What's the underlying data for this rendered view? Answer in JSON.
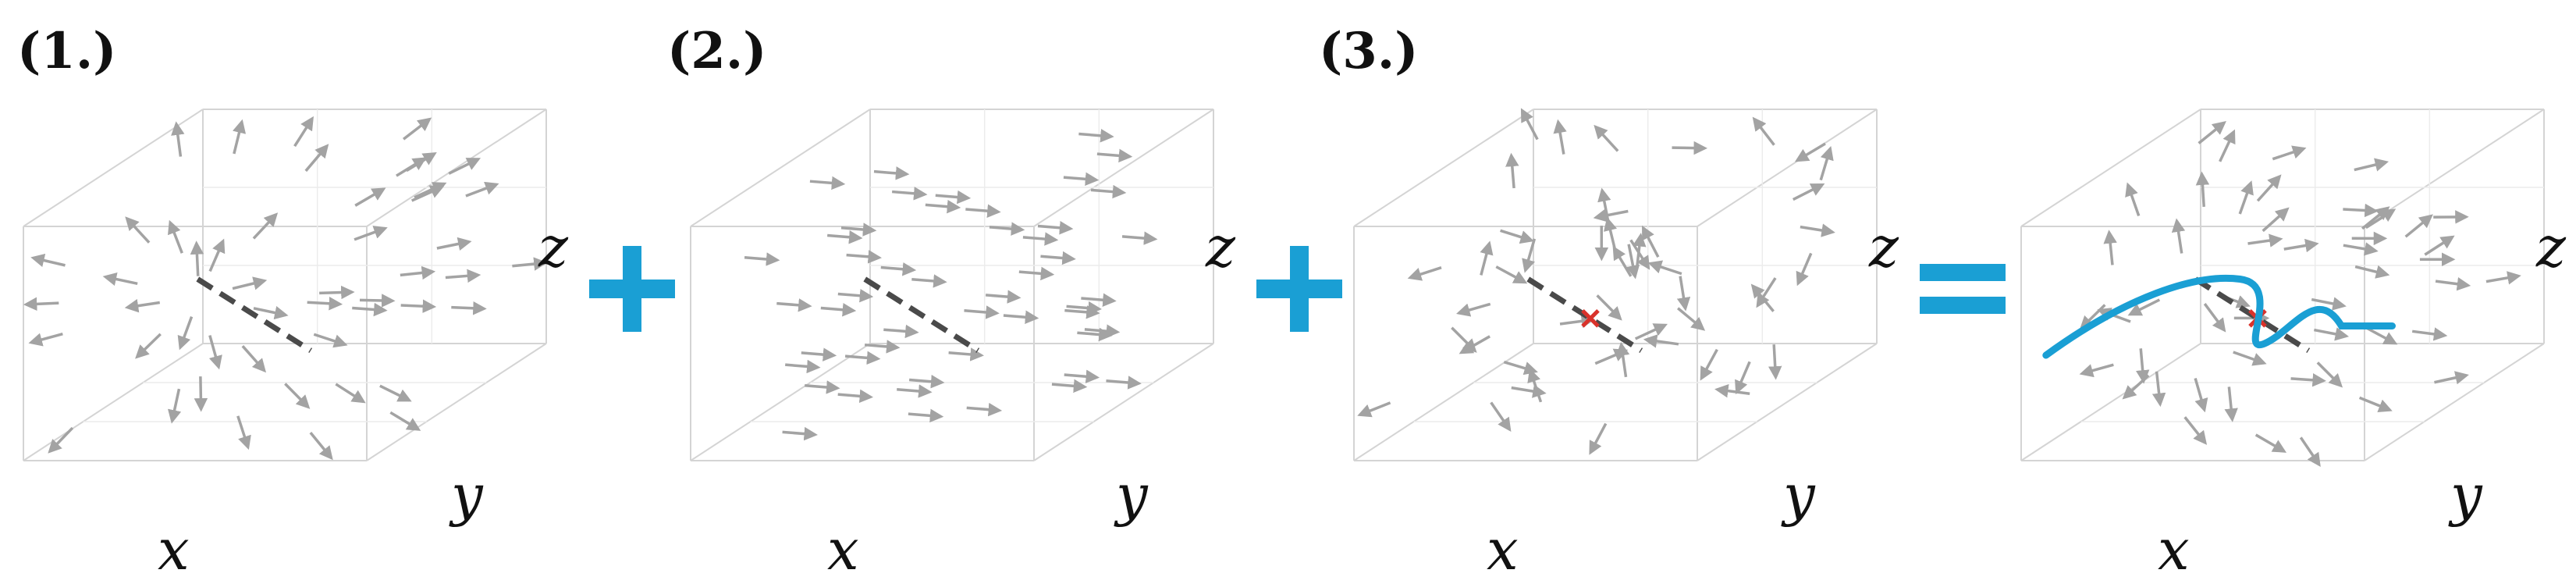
{
  "panels": [
    {
      "label": "(1.)",
      "field": "radial",
      "has_marker": false,
      "has_trajectory": false
    },
    {
      "label": "(2.)",
      "field": "uniform",
      "has_marker": false,
      "has_trajectory": false
    },
    {
      "label": "(3.)",
      "field": "random",
      "has_marker": true,
      "has_trajectory": false
    },
    {
      "label": "",
      "field": "combined",
      "has_marker": true,
      "has_trajectory": true
    }
  ],
  "axis_labels": {
    "x": "x",
    "y": "y",
    "z": "z"
  },
  "operators": [
    "+",
    "+",
    "="
  ],
  "colors": {
    "arrow": "#a3a3a3",
    "box_edge": "#d4d4d4",
    "dashed_line": "#4a4a4a",
    "operator": "#1a9fd4",
    "trajectory": "#1a9fd4",
    "marker": "#d9322b"
  }
}
